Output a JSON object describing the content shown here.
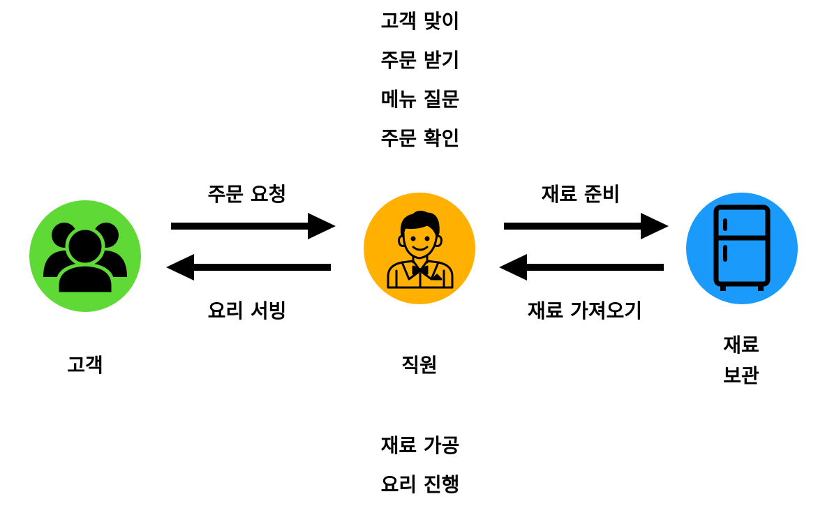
{
  "nodes": {
    "customer": {
      "label": "고객",
      "color": "#5fd935",
      "icon": "people-group-icon"
    },
    "staff": {
      "label": "직원",
      "color": "#ffb000",
      "icon": "waiter-icon"
    },
    "storage": {
      "label_lines": [
        "재료",
        "보관"
      ],
      "color": "#1a9bfc",
      "icon": "refrigerator-icon"
    }
  },
  "arrows": {
    "customer_to_staff": "주문 요청",
    "staff_to_customer": "요리 서빙",
    "staff_to_storage": "재료 준비",
    "storage_to_staff": "재료 가져오기"
  },
  "staff_tasks_top": [
    "고객 맞이",
    "주문 받기",
    "메뉴 질문",
    "주문 확인"
  ],
  "staff_tasks_bottom": [
    "재료 가공",
    "요리 진행"
  ]
}
